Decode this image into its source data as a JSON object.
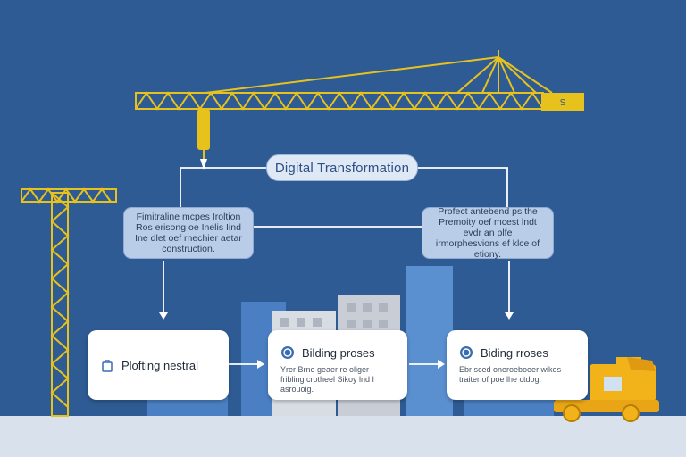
{
  "header": {
    "title": "Digital Transformation"
  },
  "notes": [
    {
      "text": "Fimitraline mcpes Iroltion Ros erisong oe Inelis Iind Ine dlet oef rnechier aetar construction."
    },
    {
      "text": "Profect antebend ps the Premoity oef mcest lndt evdr an plfe irmorphesvions ef klce of etiony."
    }
  ],
  "cards": [
    {
      "title": "Plofting nestral",
      "desc": "",
      "icon": "bag-icon"
    },
    {
      "title": "Bilding proses",
      "desc": "Yrer Brne geaer re oliger fribling crotheel Sikoy lnd I asrouoig.",
      "icon": "badge-icon"
    },
    {
      "title": "Biding rroses",
      "desc": "Ebr sced oneroeboeer wikes traiter of poe lhe ctdog.",
      "icon": "badge-icon"
    }
  ],
  "colors": {
    "background": "#2e5b93",
    "crane": "#e8c21c",
    "ground": "#d9e1ec",
    "building": "#4f86c6"
  }
}
